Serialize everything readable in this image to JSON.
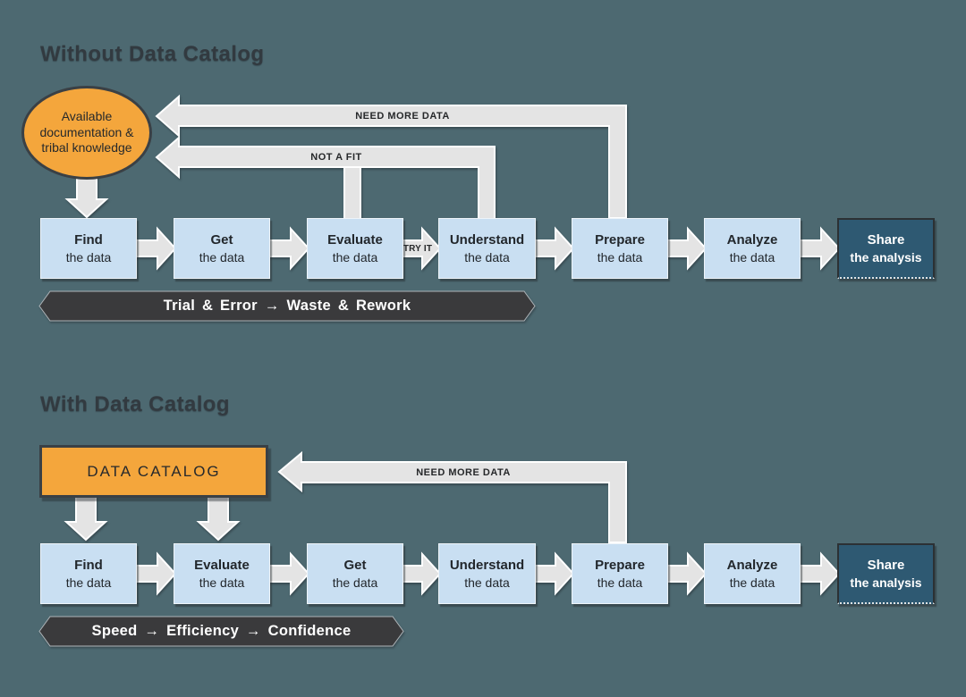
{
  "diagram": {
    "colors": {
      "background": "#4D6971",
      "accent_orange": "#F4A63C",
      "step_blue": "#C9DFF2",
      "final_step_dark_blue": "#2E5972",
      "banner_dark": "#3A3A3C",
      "arrow_gray": "#E4E4E4"
    },
    "without": {
      "title": "Without Data Catalog",
      "source_lines": [
        "Available",
        "documentation &",
        "tribal knowledge"
      ],
      "arrow_labels": {
        "need_more_data": "NEED MORE DATA",
        "not_a_fit": "NOT A FIT",
        "try_it": "TRY IT"
      },
      "steps": [
        {
          "line1": "Find",
          "line2": "the data"
        },
        {
          "line1": "Get",
          "line2": "the data"
        },
        {
          "line1": "Evaluate",
          "line2": "the data"
        },
        {
          "line1": "Understand",
          "line2": "the data"
        },
        {
          "line1": "Prepare",
          "line2": "the data"
        },
        {
          "line1": "Analyze",
          "line2": "the data"
        },
        {
          "line1": "Share",
          "line2": "the analysis"
        }
      ],
      "banner": "Trial & Error → Waste & Rework"
    },
    "with": {
      "title": "With Data Catalog",
      "catalog_label": "DATA CATALOG",
      "arrow_labels": {
        "need_more_data": "NEED MORE DATA"
      },
      "steps": [
        {
          "line1": "Find",
          "line2": "the data"
        },
        {
          "line1": "Evaluate",
          "line2": "the data"
        },
        {
          "line1": "Get",
          "line2": "the data"
        },
        {
          "line1": "Understand",
          "line2": "the data"
        },
        {
          "line1": "Prepare",
          "line2": "the data"
        },
        {
          "line1": "Analyze",
          "line2": "the data"
        },
        {
          "line1": "Share",
          "line2": "the analysis"
        }
      ],
      "banner": "Speed → Efficiency → Confidence"
    }
  }
}
